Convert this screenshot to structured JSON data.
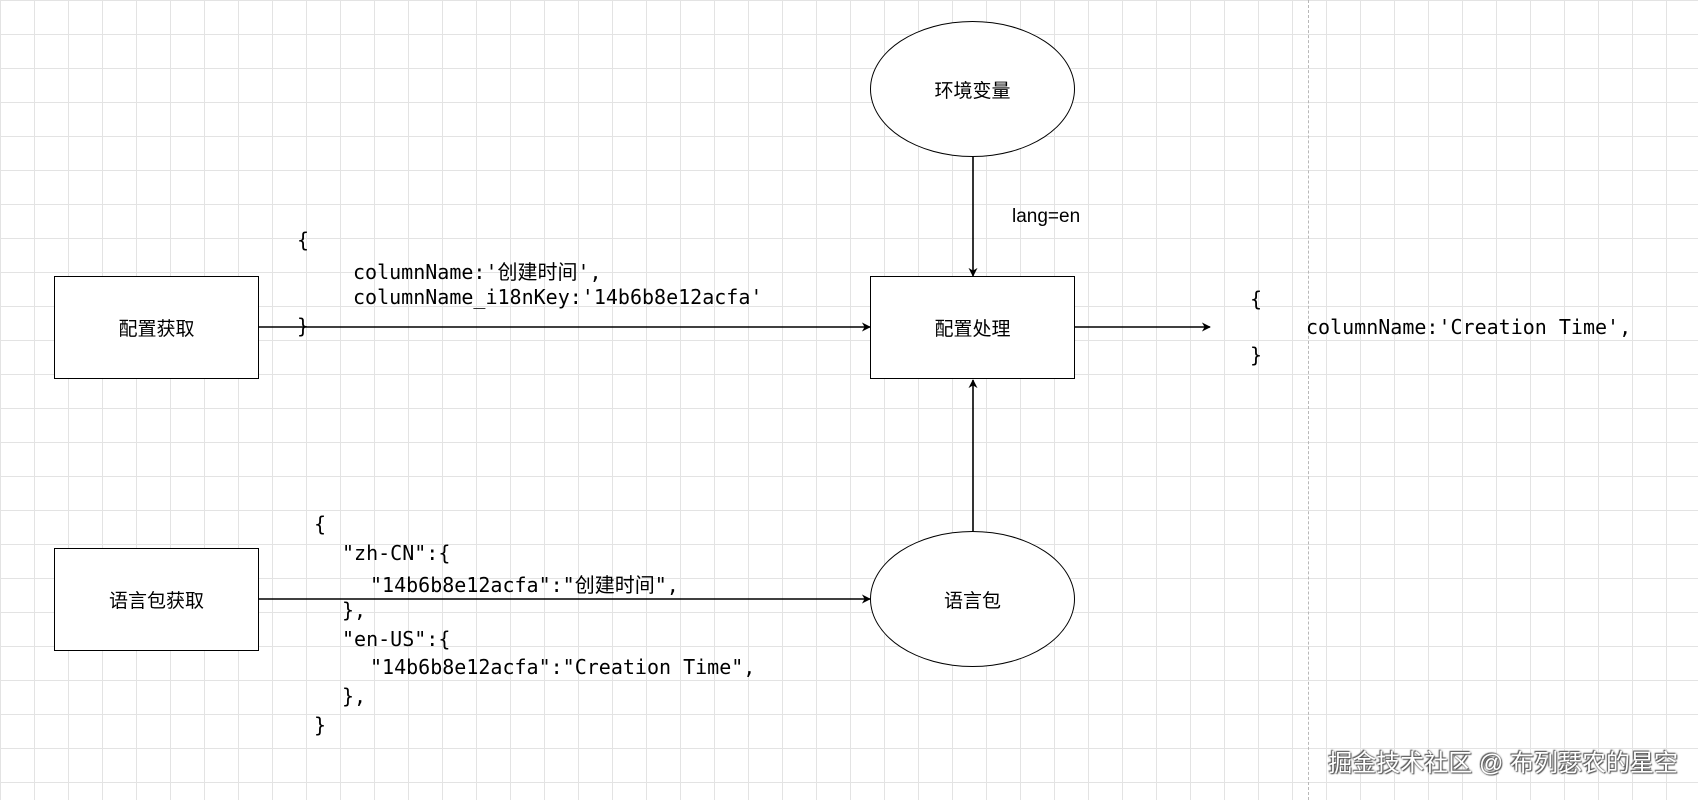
{
  "nodes": {
    "config_fetch": "配置获取",
    "lang_pack_fetch": "语言包获取",
    "env_var": "环境变量",
    "config_process": "配置处理",
    "lang_pack": "语言包"
  },
  "edge_label_env": "lang=en",
  "config_snippet": {
    "open": "{",
    "line1": "columnName:'创建时间',",
    "line2": "columnName_i18nKey:'14b6b8e12acfa'",
    "close": "}"
  },
  "lang_snippet": {
    "open": "{",
    "zh_key": "\"zh-CN\":{",
    "zh_value": "\"14b6b8e12acfa\":\"创建时间\",",
    "zh_close": "},",
    "en_key": "\"en-US\":{",
    "en_value": "\"14b6b8e12acfa\":\"Creation Time\",",
    "en_close": "},",
    "close": "}"
  },
  "output_snippet": {
    "open": "{",
    "line1": "columnName:'Creation Time',",
    "close": "}"
  },
  "watermark": "掘金技术社区 @ 布列瑟农的星空"
}
